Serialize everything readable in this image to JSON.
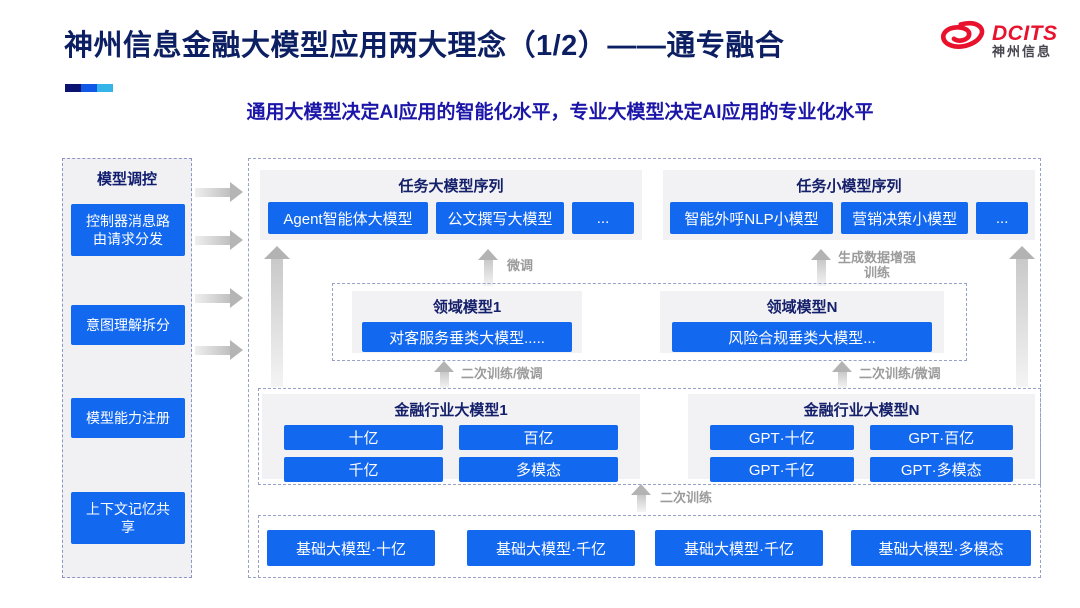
{
  "header": {
    "title": "神州信息金融大模型应用两大理念（1/2）——通专融合",
    "subtitle": "通用大模型决定AI应用的智能化水平，专业大模型决定AI应用的专业化水平",
    "logo": {
      "brand": "DCITS",
      "company": "神州信息"
    }
  },
  "colors": {
    "accent_blue": "#1368f0",
    "title_navy": "#0d1f63",
    "subtitle_blue": "#1b16a8",
    "logo_red": "#e8122d",
    "bar_segments": [
      "#0a1272",
      "#1258e8",
      "#36b4ea"
    ],
    "group_bg": "#f2f2f4",
    "arrow_gray": "#b5b5b5"
  },
  "sidebar": {
    "title": "模型调控",
    "items": [
      {
        "label": "控制器消息路由请求分发"
      },
      {
        "label": "意图理解拆分"
      },
      {
        "label": "模型能力注册"
      },
      {
        "label": "上下文记忆共享"
      }
    ]
  },
  "diagram": {
    "task_large": {
      "title": "任务大模型序列",
      "boxes": [
        "Agent智能体大模型",
        "公文撰写大模型",
        "..."
      ]
    },
    "task_small": {
      "title": "任务小模型序列",
      "boxes": [
        "智能外呼NLP小模型",
        "营销决策小模型",
        "..."
      ]
    },
    "labels": {
      "finetune": "微调",
      "gen_data_training": "生成数据增强训练",
      "retrain_finetune_left": "二次训练/微调",
      "retrain_finetune_right": "二次训练/微调",
      "retrain": "二次训练"
    },
    "domain": {
      "m1": {
        "title": "领域模型1",
        "box": "对客服务垂类大模型....."
      },
      "mn": {
        "title": "领域模型N",
        "box": "风险合规垂类大模型..."
      }
    },
    "industry": {
      "m1": {
        "title": "金融行业大模型1",
        "boxes": [
          "十亿",
          "百亿",
          "千亿",
          "多模态"
        ]
      },
      "mn": {
        "title": "金融行业大模型N",
        "boxes": [
          "GPT·十亿",
          "GPT·百亿",
          "GPT·千亿",
          "GPT·多模态"
        ]
      }
    },
    "base": {
      "boxes": [
        "基础大模型·十亿",
        "基础大模型·千亿",
        "基础大模型·千亿",
        "基础大模型·多模态"
      ]
    }
  }
}
